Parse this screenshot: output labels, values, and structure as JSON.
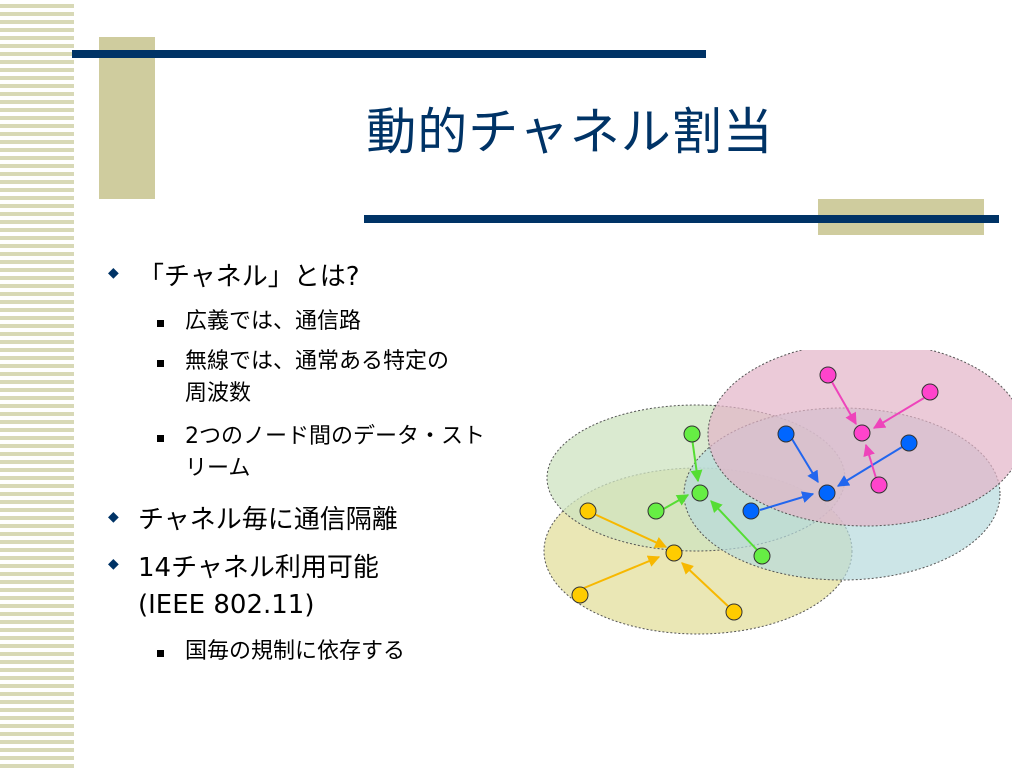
{
  "slide": {
    "title": "動的チャネル割当"
  },
  "bullets": [
    {
      "text": "「チャネル」とは?",
      "sub": [
        "広義では、通信路",
        "無線では、通常ある特定の",
        "周波数",
        "2つのノード間のデータ・スト",
        "リーム"
      ]
    },
    {
      "text": "チャネル毎に通信隔離"
    },
    {
      "text": "14チャネル利用可能",
      "text2": "(IEEE 802.11)",
      "sub": [
        "国毎の規制に依存する"
      ]
    }
  ],
  "diagram": {
    "channels": [
      {
        "name": "yellow",
        "fill": "#e6e3a8",
        "node": "#ffcc00"
      },
      {
        "name": "green",
        "fill": "#cde3c0",
        "node": "#66ee44"
      },
      {
        "name": "teal",
        "fill": "#b7dadd",
        "node": "#0066ff"
      },
      {
        "name": "pink",
        "fill": "#e3b3c7",
        "node": "#ff44cc"
      }
    ],
    "colors": {
      "yellow_edge": "#f7b800",
      "green_edge": "#55dd33",
      "blue_edge": "#2266ee",
      "pink_edge": "#ee44bb"
    }
  }
}
